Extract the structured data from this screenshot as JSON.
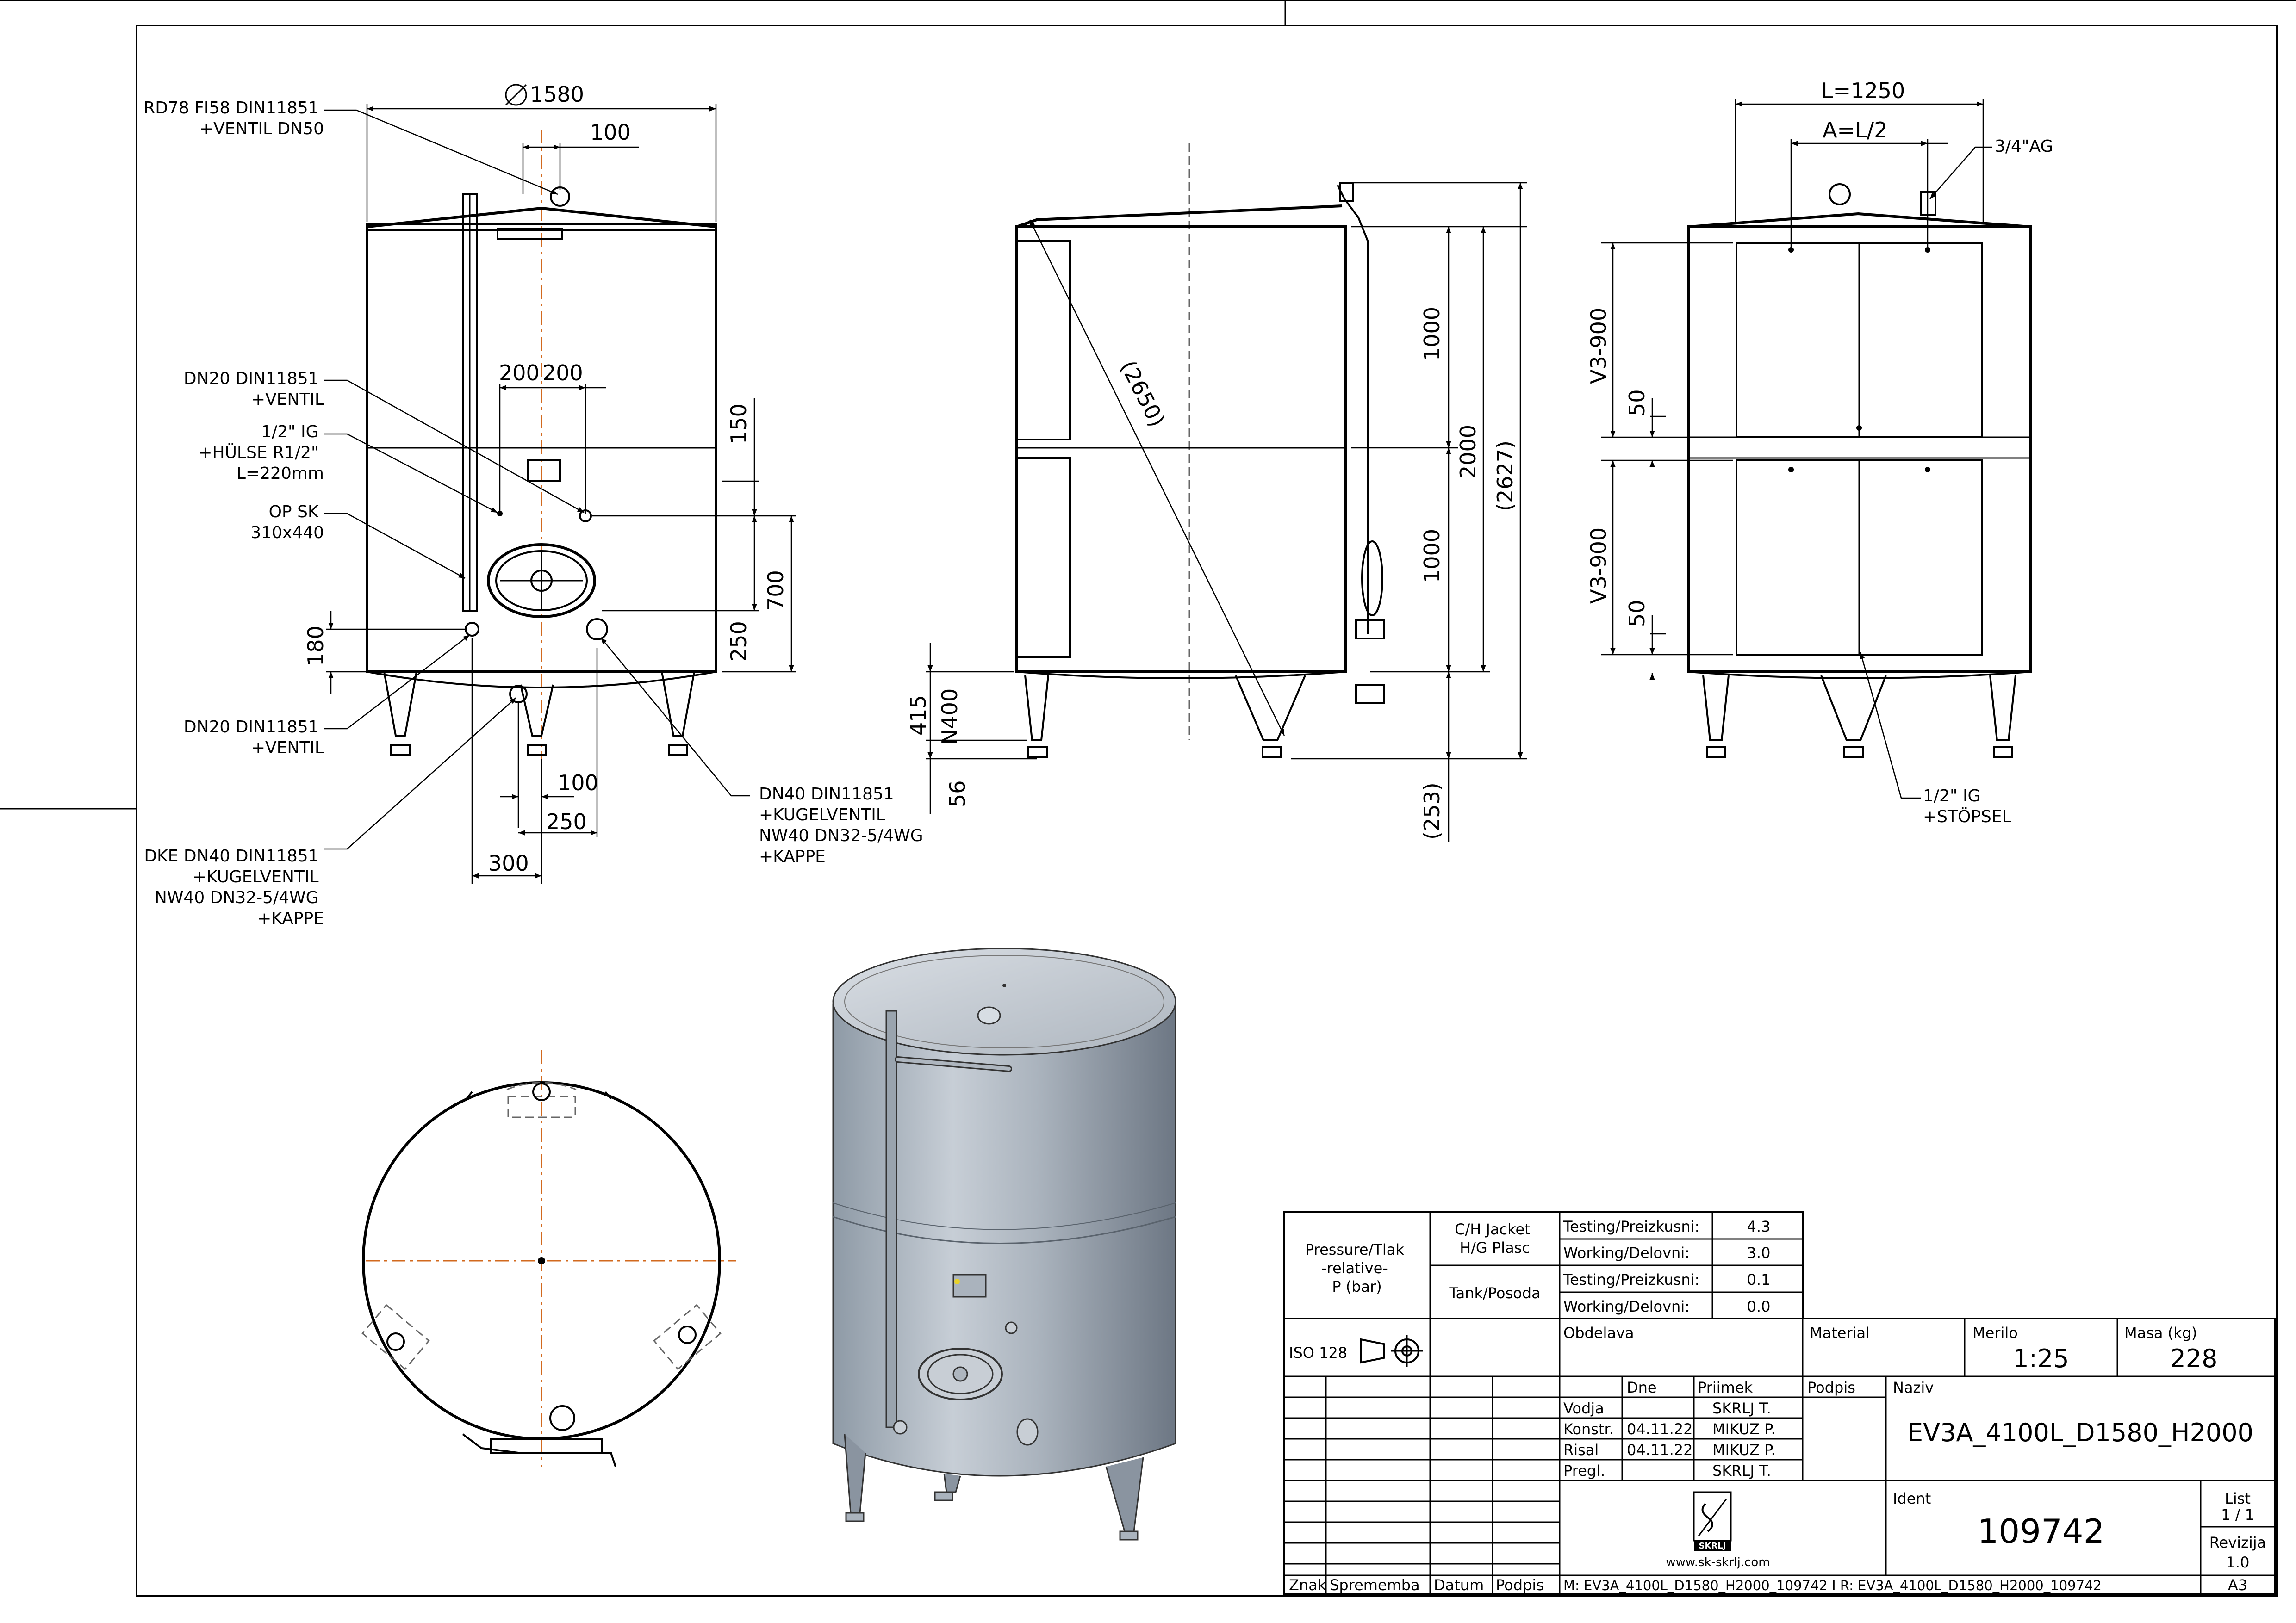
{
  "views": {
    "front": {
      "annotations": {
        "rd78": [
          "RD78 FI58 DIN11851",
          "+VENTIL DN50"
        ],
        "dn20_top": [
          "DN20 DIN11851",
          "+VENTIL"
        ],
        "ig12": [
          "1/2\" IG",
          "+HÜLSE R1/2\"",
          "L=220mm"
        ],
        "opsk": [
          "OP SK",
          "310x440"
        ],
        "dn20_bot": [
          "DN20 DIN11851",
          "+VENTIL"
        ],
        "dke": [
          "DKE DN40 DIN11851",
          "+KUGELVENTIL",
          "NW40 DN32-5/4WG",
          "+KAPPE"
        ],
        "dn40": [
          "DN40 DIN11851",
          "+KUGELVENTIL",
          "NW40 DN32-5/4WG",
          "+KAPPE"
        ]
      },
      "dims": {
        "diameter": "1580",
        "d100_top": "100",
        "d200a": "200",
        "d200b": "200",
        "d150": "150",
        "d700": "700",
        "d250_v": "250",
        "d180": "180",
        "d100_bot": "100",
        "d250_h": "250",
        "d300": "300"
      }
    },
    "side": {
      "dims": {
        "d1000a": "1000",
        "d2000": "2000",
        "d2627": "(2627)",
        "d1000b": "1000",
        "d2650": "(2650)",
        "d415": "415",
        "n400": "N400",
        "d56": "56",
        "d253": "(253)"
      }
    },
    "right": {
      "dims": {
        "l1250": "L=1250",
        "al2": "A=L/2",
        "v3a": "V3-900",
        "d50a": "50",
        "v3b": "V3-900",
        "d50b": "50"
      },
      "annotations": {
        "ag34": "3/4\"AG",
        "ig12": [
          "1/2\" IG",
          "+STÖPSEL"
        ]
      }
    }
  },
  "title_block": {
    "pressure_label": [
      "Pressure/Tlak",
      "-relative-",
      "P (bar)"
    ],
    "jacket_label": [
      "C/H Jacket",
      "H/G Plasc"
    ],
    "tank_label": "Tank/Posoda",
    "rows": [
      {
        "label": "Testing/Preizkusni:",
        "value": "4.3"
      },
      {
        "label": "Working/Delovni:",
        "value": "3.0"
      },
      {
        "label": "Testing/Preizkusni:",
        "value": "0.1"
      },
      {
        "label": "Working/Delovni:",
        "value": "0.0"
      }
    ],
    "iso": "ISO 128",
    "obdelava": "Obdelava",
    "material": "Material",
    "merilo_label": "Merilo",
    "merilo_value": "1:25",
    "masa_label": "Masa (kg)",
    "masa_value": "228",
    "col_dne": "Dne",
    "col_priimek": "Priimek",
    "col_podpis": "Podpis",
    "naziv_label": "Naziv",
    "naziv_value": "EV3A_4100L_D1580_H2000",
    "people": [
      {
        "role": "Vodja",
        "date": "",
        "name": "SKRLJ T."
      },
      {
        "role": "Konstr.",
        "date": "04.11.22",
        "name": "MIKUZ P."
      },
      {
        "role": "Risal",
        "date": "04.11.22",
        "name": "MIKUZ P."
      },
      {
        "role": "Pregl.",
        "date": "",
        "name": "SKRLJ T."
      }
    ],
    "ident_label": "Ident",
    "ident_value": "109742",
    "list_label": "List",
    "list_value": "1 / 1",
    "revizija_label": "Revizija",
    "revizija_value": "1.0",
    "logo_text": "SKRLJ",
    "website": "www.sk-skrlj.com",
    "footer_znak": "Znak",
    "footer_sprememba": "Sprememba",
    "footer_datum": "Datum",
    "footer_podpis": "Podpis",
    "footer_files": "M: EV3A_4100L_D1580_H2000_109742 I R: EV3A_4100L_D1580_H2000_109742",
    "format": "A3"
  }
}
